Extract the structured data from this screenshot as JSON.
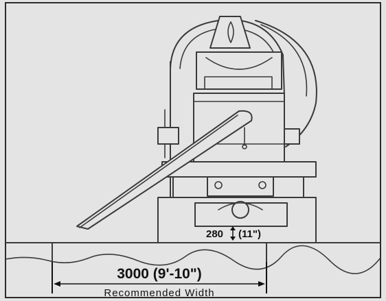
{
  "labels": {
    "clearance": "280",
    "clearance_imperial": "(11\")",
    "width": "3000 (9'-10\")",
    "width_caption": "Recommended Width"
  },
  "colors": {
    "background": "#e4e4e4",
    "line": "#3a3a3a",
    "text": "#111111"
  }
}
